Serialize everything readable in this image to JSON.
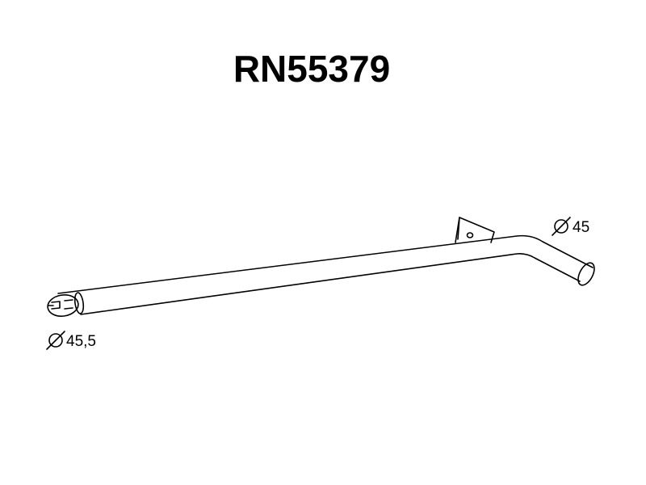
{
  "part_number": "RN55379",
  "dimensions": {
    "outlet_diameter": "45",
    "inlet_diameter": "45,5"
  },
  "diameter_symbol": "Ø",
  "colors": {
    "line": "#000000",
    "background": "#ffffff"
  }
}
